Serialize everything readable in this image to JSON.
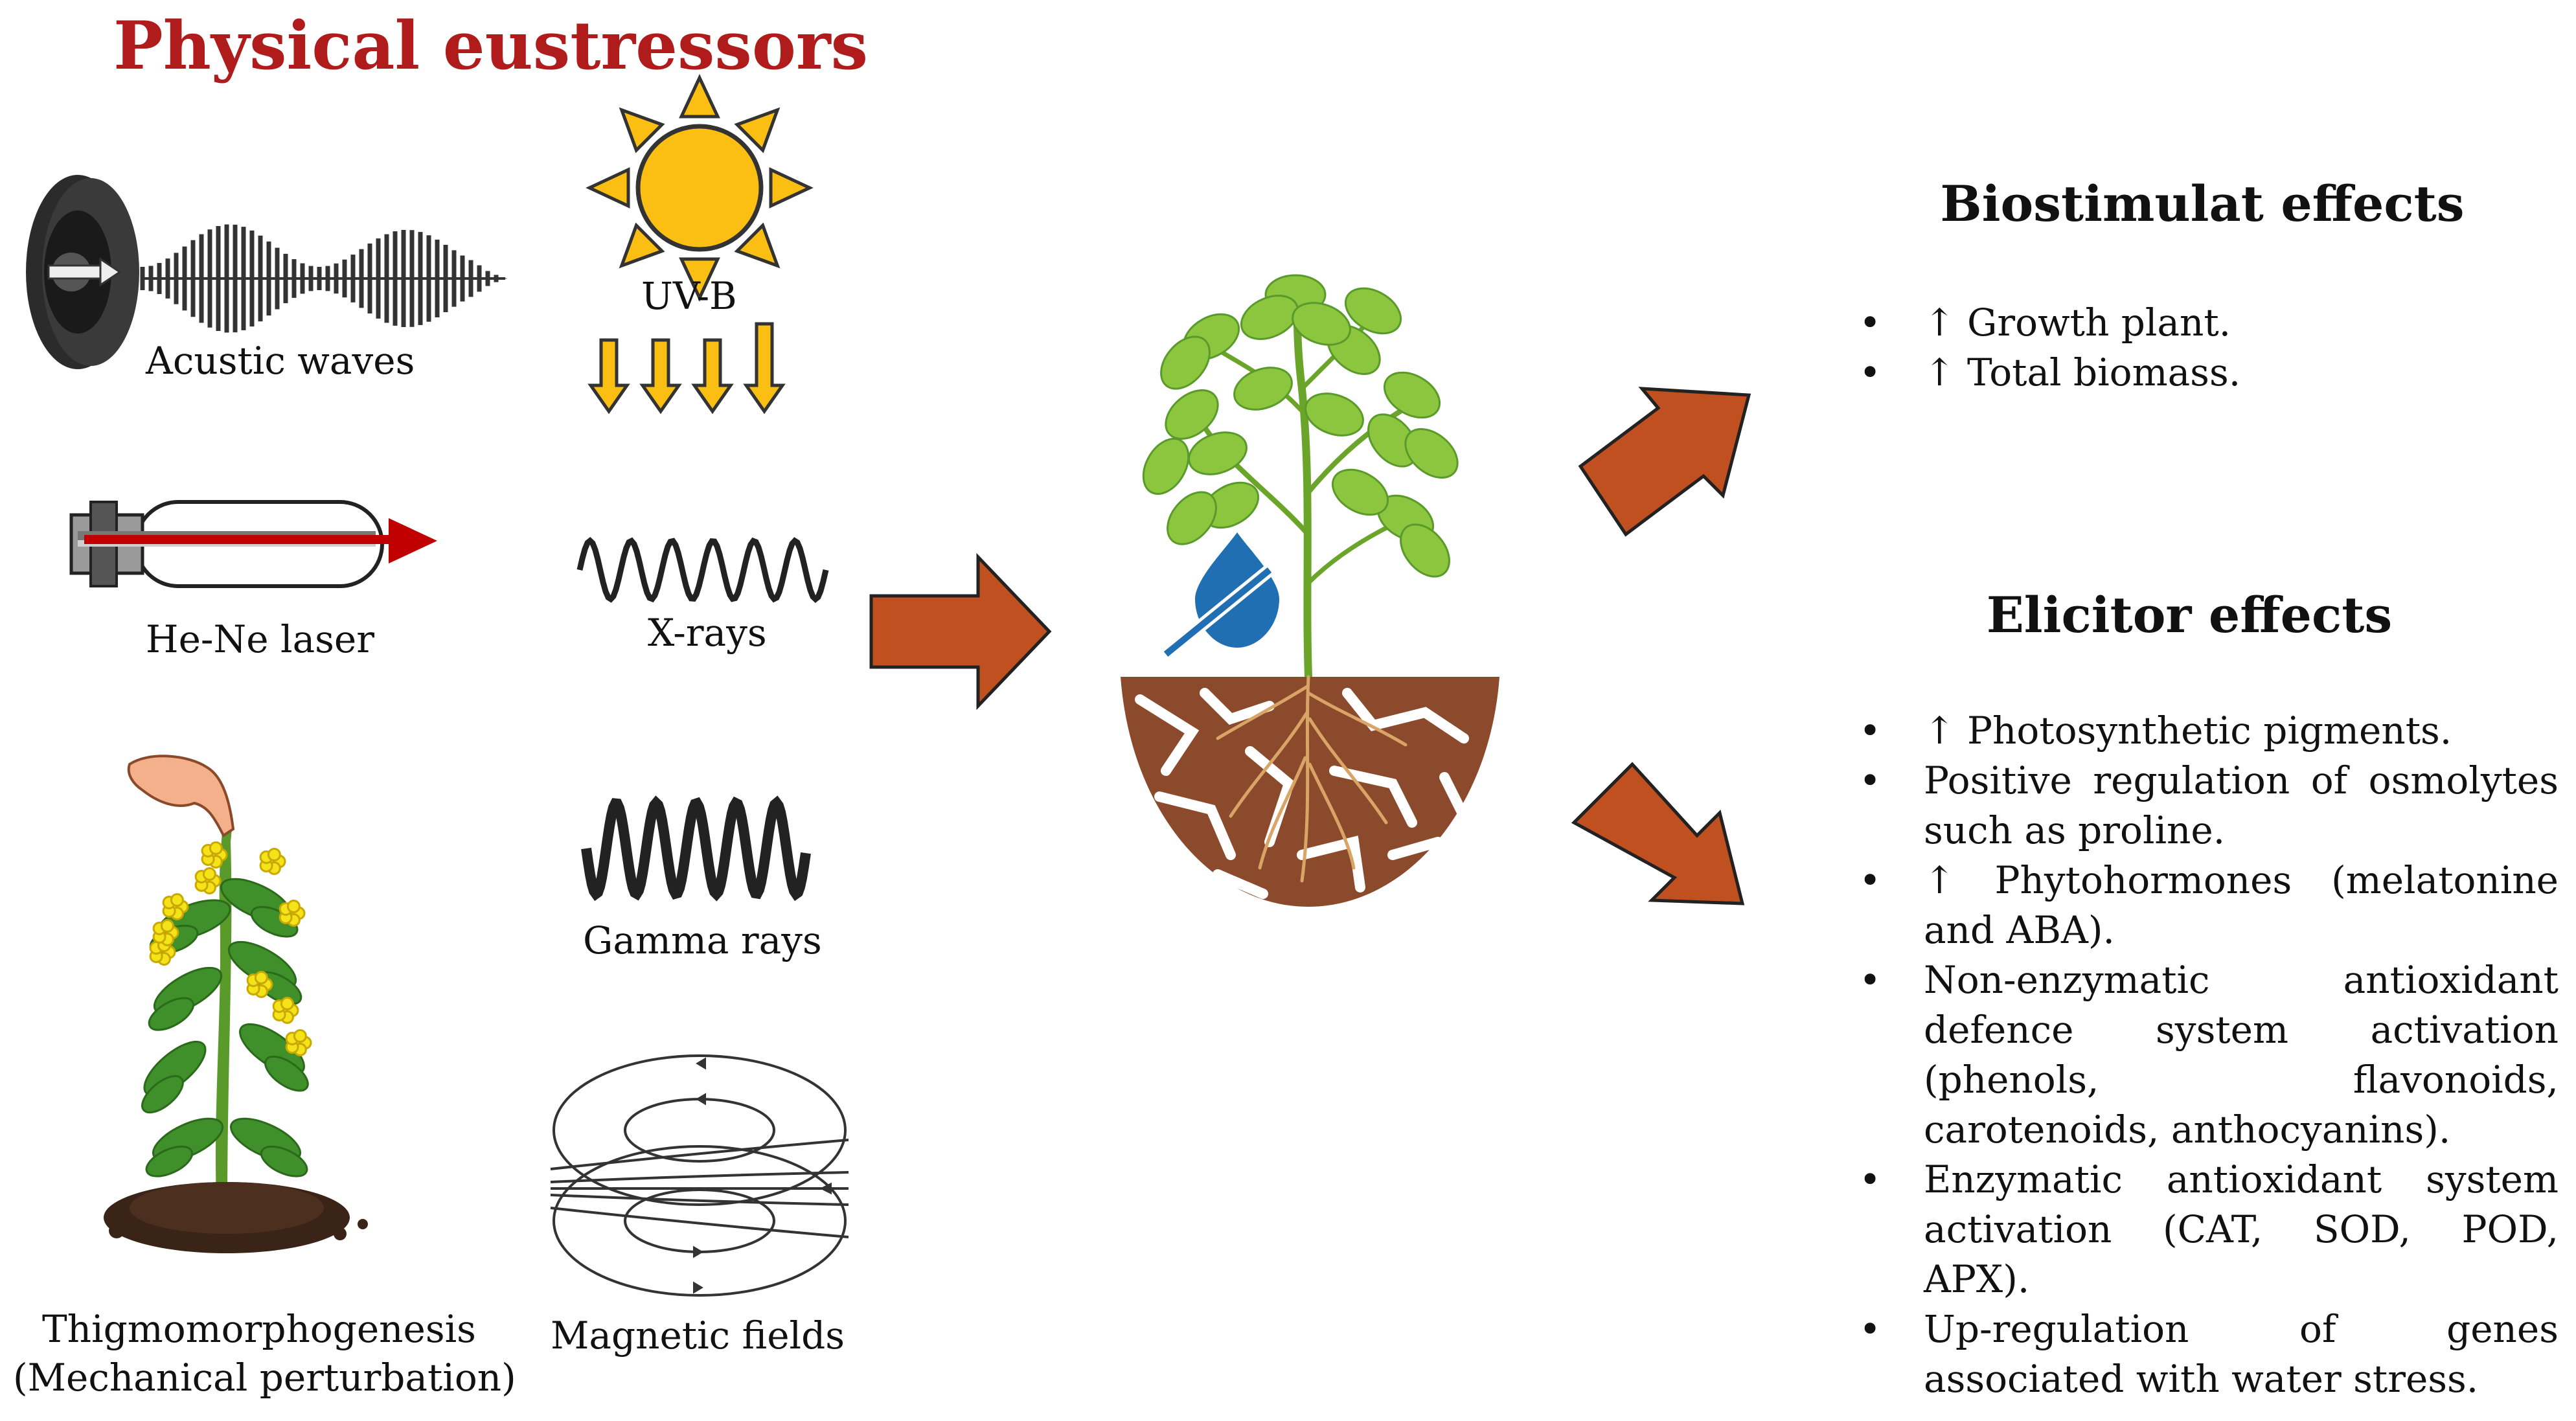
{
  "title": {
    "text": "Physical eustressors",
    "color": "#b01c1c"
  },
  "stressors": {
    "acoustic": "Acustic waves",
    "uvb": "UV-B",
    "laser": "He-Ne laser",
    "xrays": "X-rays",
    "gamma": "Gamma rays",
    "thigmo_line1": "Thigmomorphogenesis",
    "thigmo_line2": "(Mechanical perturbation)",
    "magnetic": "Magnetic fields"
  },
  "biostimulant": {
    "heading": "Biostimulat effects",
    "items": [
      "↑ Growth plant.",
      "↑ Total biomass."
    ]
  },
  "elicitor": {
    "heading": "Elicitor effects",
    "items": [
      "↑ Photosynthetic pigments.",
      "Positive regulation of osmolytes such as proline.",
      "↑ Phytohormones (melatonine and ABA).",
      "Non-enzymatic antioxidant defence system activation (phenols, flavonoids, carotenoids, anthocyanins).",
      "Enzymatic antioxidant system activation (CAT, SOD, POD, APX).",
      "Up-regulation of genes associated with water stress."
    ]
  },
  "colors": {
    "arrow_fill": "#c0501f",
    "arrow_stroke": "#222222",
    "sun": "#fbbf14",
    "soil": "#8b4a2b",
    "leaf": "#8cc63f",
    "laser_beam": "#c00000",
    "water_icon": "#1f6fb2"
  },
  "icons": [
    "speaker-icon",
    "sun-icon",
    "laser-icon",
    "wave-icon",
    "magnetic-field-icon",
    "plant-icon",
    "soil-icon",
    "water-stress-icon",
    "hand-icon"
  ]
}
